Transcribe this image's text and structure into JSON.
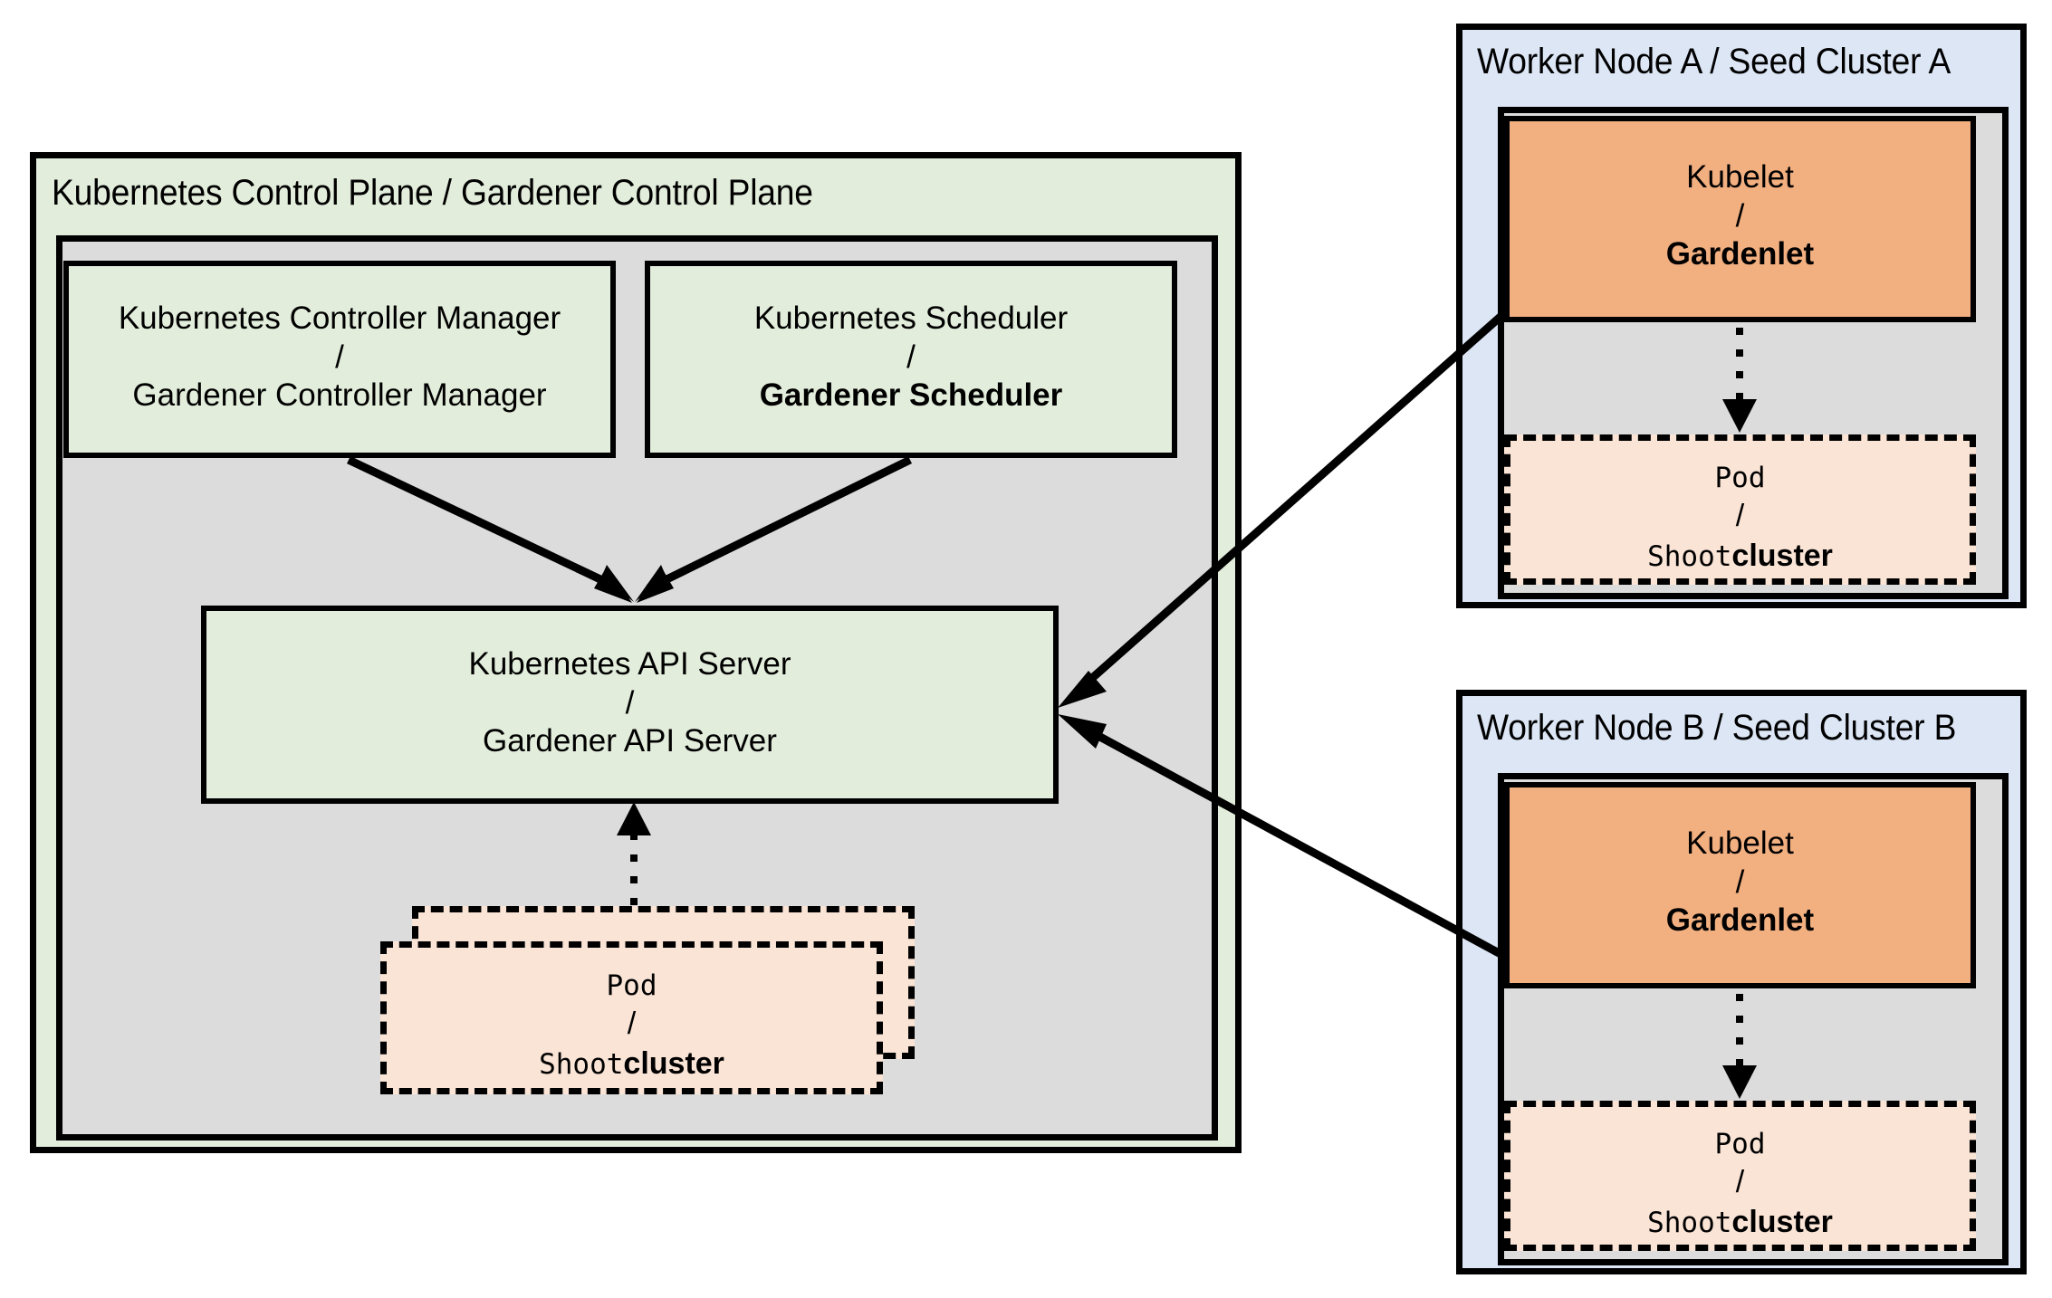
{
  "diagram": {
    "title_note": "Gardener architecture analogy diagram",
    "control_plane": {
      "panel_title": "Kubernetes Control Plane / Gardener Control Plane",
      "controller_manager": {
        "line1": "Kubernetes Controller Manager",
        "separator": "/",
        "line2": "Gardener Controller Manager"
      },
      "scheduler": {
        "line1": "Kubernetes Scheduler",
        "separator": "/",
        "line2": "Gardener Scheduler"
      },
      "api_server": {
        "line1": "Kubernetes API Server",
        "separator": "/",
        "line2": "Gardener API Server"
      },
      "pod": {
        "line1": "Pod",
        "separator": "/",
        "line2_mono": "Shoot",
        "line2_bold": "cluster"
      }
    },
    "worker_node_a": {
      "panel_title": "Worker Node A / Seed Cluster A",
      "kubelet": {
        "line1": "Kubelet",
        "separator": "/",
        "line2": "Gardenlet"
      },
      "pod": {
        "line1": "Pod",
        "separator": "/",
        "line2_mono": "Shoot",
        "line2_bold": "cluster"
      }
    },
    "worker_node_b": {
      "panel_title": "Worker Node B / Seed Cluster B",
      "kubelet": {
        "line1": "Kubelet",
        "separator": "/",
        "line2": "Gardenlet"
      },
      "pod": {
        "line1": "Pod",
        "separator": "/",
        "line2_mono": "Shoot",
        "line2_bold": "cluster"
      }
    },
    "colors": {
      "green_fill": "#E2EDDB",
      "gray_fill": "#DCDCDC",
      "blue_fill": "#DCE6F5",
      "orange_fill": "#F2AF80",
      "pod_fill": "#FAE4D6",
      "stroke": "#000000",
      "background": "#FFFFFF"
    },
    "connections": [
      {
        "name": "controller-manager-to-api-server",
        "style": "solid",
        "direction": "down-right"
      },
      {
        "name": "scheduler-to-api-server",
        "style": "solid",
        "direction": "down-left"
      },
      {
        "name": "pod-to-api-server",
        "style": "dotted",
        "direction": "up"
      },
      {
        "name": "gardenlet-a-to-api-server",
        "style": "solid",
        "direction": "left"
      },
      {
        "name": "gardenlet-b-to-api-server",
        "style": "solid",
        "direction": "up-left"
      },
      {
        "name": "gardenlet-a-to-pod-a",
        "style": "dotted",
        "direction": "down"
      },
      {
        "name": "gardenlet-b-to-pod-b",
        "style": "dotted",
        "direction": "down"
      }
    ]
  }
}
